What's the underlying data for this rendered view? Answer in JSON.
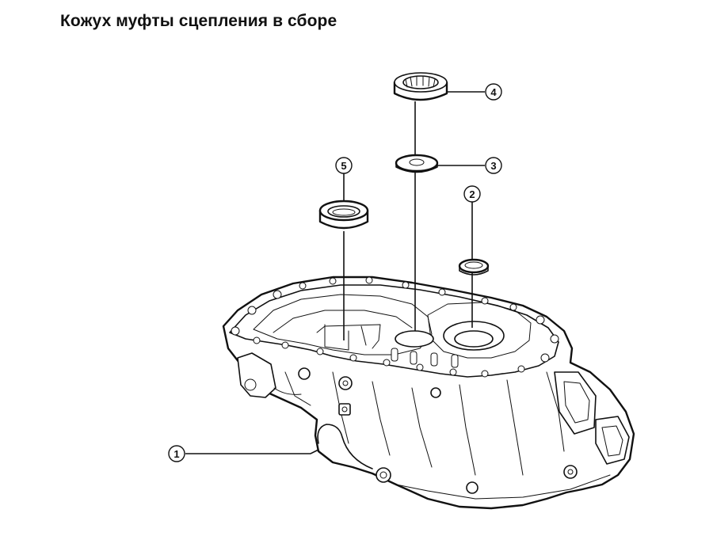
{
  "title": "Кожух муфты сцепления в сборе",
  "callouts": [
    {
      "id": "callout-1",
      "label": "1"
    },
    {
      "id": "callout-2",
      "label": "2"
    },
    {
      "id": "callout-3",
      "label": "3"
    },
    {
      "id": "callout-4",
      "label": "4"
    },
    {
      "id": "callout-5",
      "label": "5"
    }
  ],
  "colors": {
    "ink": "#111111",
    "paper": "#ffffff"
  }
}
